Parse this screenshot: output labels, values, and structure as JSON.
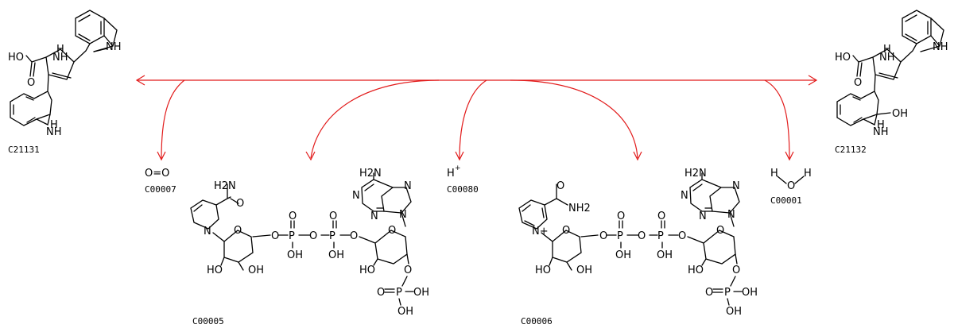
{
  "compounds": {
    "substrate": {
      "id": "C21131"
    },
    "product": {
      "id": "C21132"
    },
    "oxygen": {
      "id": "C00007",
      "formula": "O=O"
    },
    "nadph": {
      "id": "C00005"
    },
    "proton": {
      "id": "C00080",
      "formula": "H",
      "charge": "+"
    },
    "nadp": {
      "id": "C00006"
    },
    "water": {
      "id": "C00001",
      "h1": "H",
      "o": "O",
      "h2": "H"
    }
  },
  "atoms": {
    "oh": "OH",
    "ho": "HO",
    "nh": "NH",
    "h": "H",
    "n": "N",
    "o": "O",
    "p": "P",
    "h2n": "H2N",
    "nh2": "NH2",
    "nplus": "N+"
  },
  "colors": {
    "arrow": "#e21b1b",
    "structure": "#000000"
  }
}
